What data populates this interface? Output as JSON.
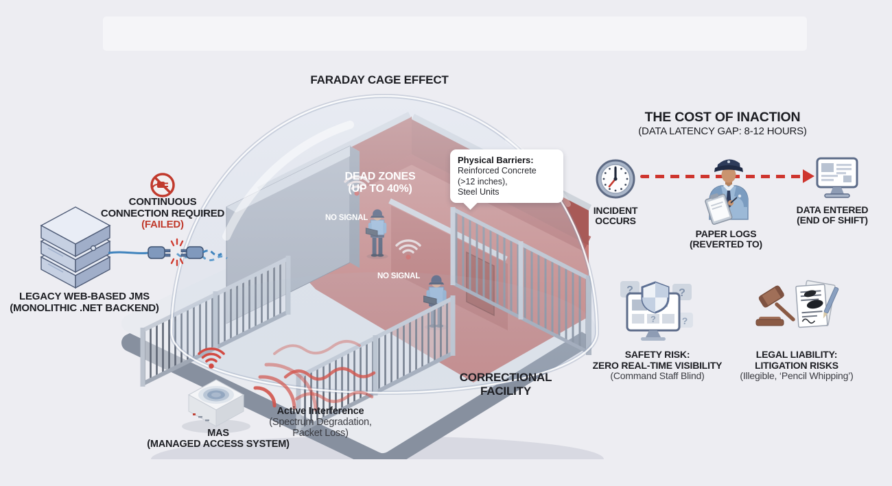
{
  "title": "FARADAY CAGE EFFECT",
  "left_panel": {
    "connection_line1": "CONTINUOUS",
    "connection_line2": "CONNECTION REQUIRED",
    "connection_status": "(FAILED)",
    "server_line1": "LEGACY WEB-BASED JMS",
    "server_line2": "(MONOLITHIC .NET BACKEND)"
  },
  "facility": {
    "dead_zones_line1": "DEAD ZONES",
    "dead_zones_line2": "(UP TO 40%)",
    "no_signal": "NO SIGNAL",
    "callout_title": "Physical Barriers:",
    "callout_line1": "Reinforced Concrete",
    "callout_line2": "(>12 inches),",
    "callout_line3": "Steel Units",
    "name_line1": "CORRECTIONAL",
    "name_line2": "FACILITY"
  },
  "mas_panel": {
    "device_line1": "MAS",
    "device_line2": "(MANAGED ACCESS SYSTEM)",
    "interference_title": "Active Interference",
    "interference_line1": "(Spectrum Degradation,",
    "interference_line2": "Packet Loss)"
  },
  "cost_panel": {
    "title": "THE COST OF INACTION",
    "subtitle": "(DATA LATENCY GAP: 8-12 HOURS)",
    "step1_line1": "INCIDENT",
    "step1_line2": "OCCURS",
    "step2_line1": "PAPER LOGS",
    "step2_line2": "(REVERTED TO)",
    "step3_line1": "DATA ENTERED",
    "step3_line2": "(END OF SHIFT)",
    "risk1_line1": "SAFETY RISK:",
    "risk1_line2": "ZERO REAL-TIME VISIBILITY",
    "risk1_line3": "(Command Staff Blind)",
    "risk2_line1": "LEGAL LIABILITY:",
    "risk2_line2": "LITIGATION RISKS",
    "risk2_line3": "(Illegible, ‘Pencil Whipping’)"
  },
  "icons": {
    "question_mark": "?"
  },
  "colors": {
    "accent_red": "#c0392b",
    "dead_zone_red": "#c87a75",
    "steel_blue": "#8fb3d6",
    "background": "#ededf2"
  }
}
